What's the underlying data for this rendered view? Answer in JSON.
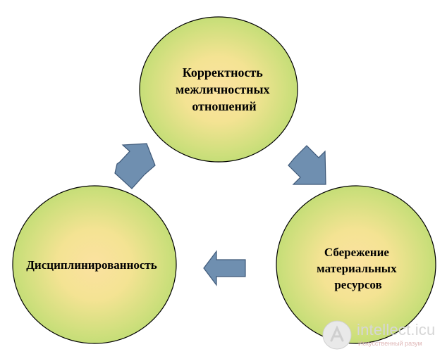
{
  "diagram": {
    "nodes": {
      "top": {
        "lines": [
          "Корректность",
          "межличностных",
          "отношений"
        ]
      },
      "right": {
        "lines": [
          "Сбережение",
          "материальных",
          "ресурсов"
        ]
      },
      "left": {
        "lines": [
          "Дисциплинированность"
        ]
      }
    },
    "colors": {
      "circle_center": "#fbe2a0",
      "circle_edge": "#c9e07a",
      "circle_stroke": "#000000",
      "arrow_fill": "#6f8fb0",
      "arrow_stroke": "#3d5878",
      "background": "#ffffff"
    }
  },
  "watermark": {
    "brand": "intellect.icu",
    "subtitle": "Искусственный разум",
    "icon": "brain-head-icon"
  }
}
